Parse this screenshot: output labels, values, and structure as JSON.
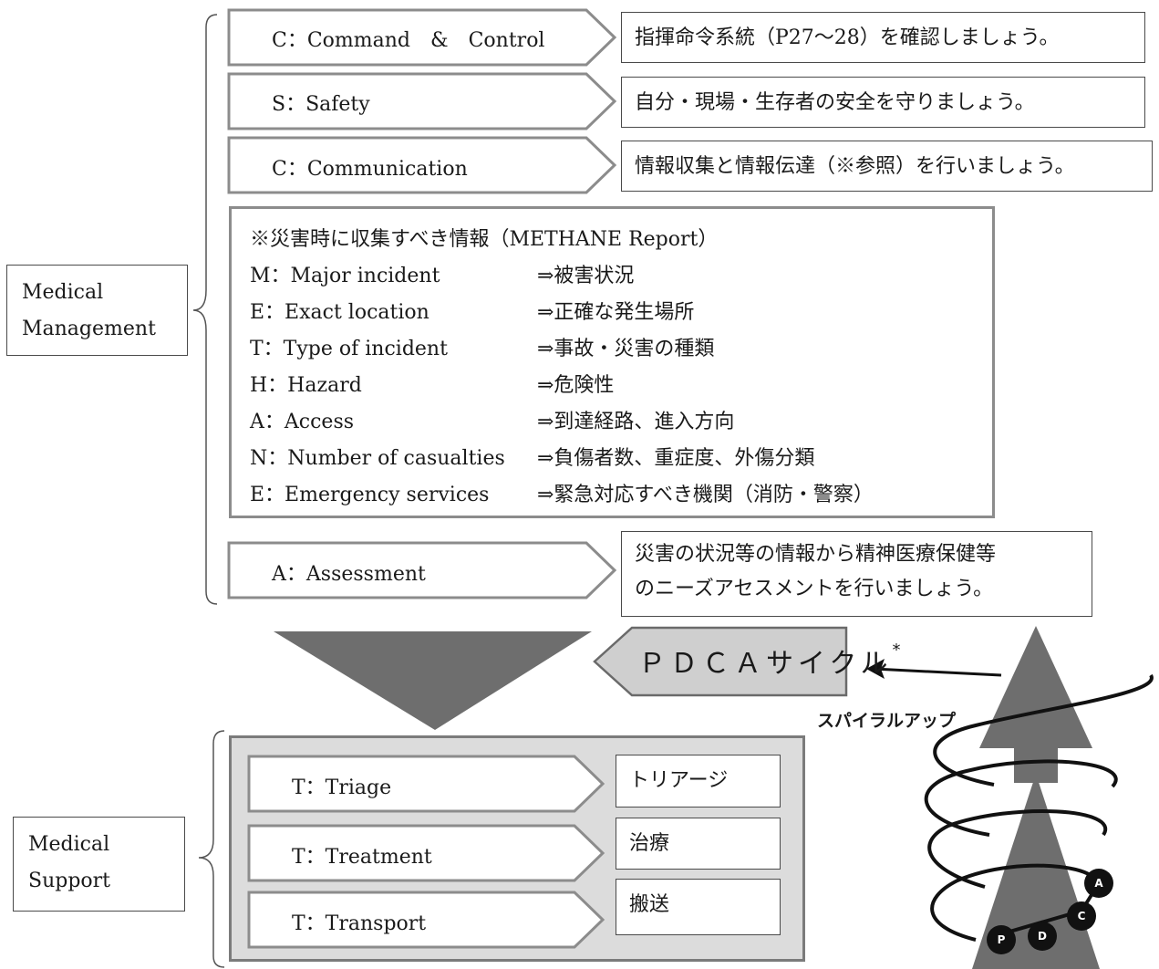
{
  "groups": {
    "management": {
      "line1": "Medical",
      "line2": "Management"
    },
    "support": {
      "line1": "Medical",
      "line2": "Support"
    }
  },
  "csca": {
    "command": {
      "label": "C：Command　&　Control",
      "desc": "指揮命令系統（P27〜28）を確認しましょう。"
    },
    "safety": {
      "label": "S：Safety",
      "desc": "自分・現場・生存者の安全を守りましょう。"
    },
    "communication": {
      "label": "C：Communication",
      "desc": "情報収集と情報伝達（※参照）を行いましょう。"
    },
    "assessment": {
      "label": "A：Assessment",
      "desc_line1": "災害の状況等の情報から精神医療保健等",
      "desc_line2": "のニーズアセスメントを行いましょう。"
    }
  },
  "methane": {
    "title": "※災害時に収集すべき情報（METHANE Report）",
    "rows": [
      {
        "code": "M：Major incident",
        "meaning": "⇒被害状況"
      },
      {
        "code": "E：Exact location",
        "meaning": "⇒正確な発生場所"
      },
      {
        "code": "T：Type of incident",
        "meaning": "⇒事故・災害の種類"
      },
      {
        "code": "H：Hazard",
        "meaning": "⇒危険性"
      },
      {
        "code": "A：Access",
        "meaning": "⇒到達経路、進入方向"
      },
      {
        "code": "N：Number of casualties",
        "meaning": "⇒負傷者数、重症度、外傷分類"
      },
      {
        "code": "E：Emergency services",
        "meaning": "⇒緊急対応すべき機関（消防・警察）"
      }
    ]
  },
  "ttt": {
    "triage": {
      "label": "T：Triage",
      "desc": "トリアージ"
    },
    "treatment": {
      "label": "T：Treatment",
      "desc": "治療"
    },
    "transport": {
      "label": "T：Transport",
      "desc": "搬送"
    }
  },
  "pdca": {
    "label": "ＰＤＣＡサイクル",
    "asterisk": "*",
    "spiral_label": "スパイラルアップ",
    "circles": [
      "P",
      "D",
      "C",
      "A"
    ]
  },
  "colors": {
    "dark_gray": "#6e6e6e",
    "arrow_gray": "#7a7a7a",
    "panel_gray": "#dcdcdc",
    "pdca_fill": "#cfcfcf"
  }
}
